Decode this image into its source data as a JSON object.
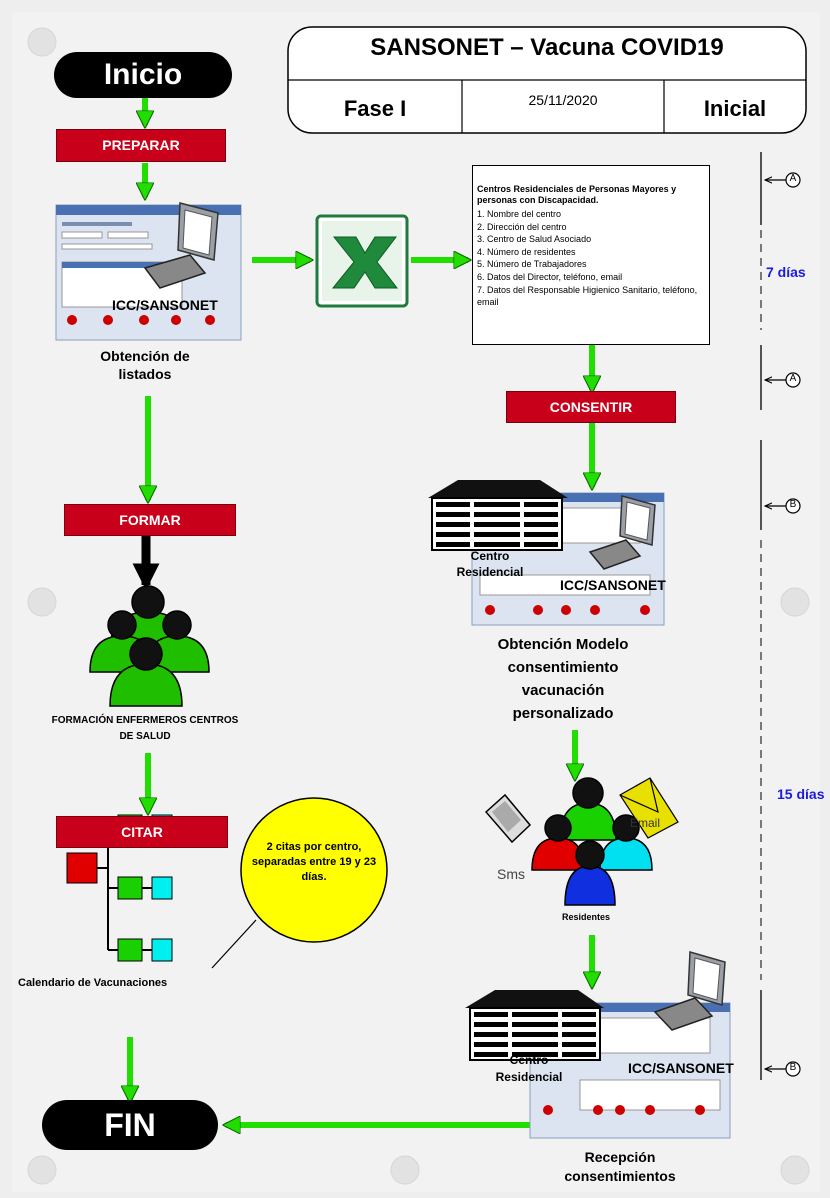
{
  "header": {
    "title": "SANSONET – Vacuna COVID19",
    "phase": "Fase I",
    "date": "25/11/2020",
    "stage": "Inicial"
  },
  "terminals": {
    "start": "Inicio",
    "end": "FIN"
  },
  "actions": {
    "preparar": "PREPARAR",
    "consentir": "CONSENTIR",
    "formar": "FORMAR",
    "citar": "CITAR"
  },
  "labels": {
    "icc_sansonet": "ICC/SANSONET",
    "obtencion_listados": "Obtención de listados",
    "obtencion_modelo": "Obtención Modelo consentimiento vacunación personalizado",
    "centro_residencial": "Centro Residencial",
    "formacion": "FORMACIÓN ENFERMEROS CENTROS DE SALUD",
    "calendario": "Calendario de Vacunaciones",
    "recepcion": "Recepción consentimientos",
    "sms": "Sms",
    "email": "Email",
    "residentes": "Residentes"
  },
  "info_box": {
    "title": "Centros Residenciales de Personas Mayores y personas con Discapacidad.",
    "items": [
      "1. Nombre del centro",
      "2. Dirección del centro",
      "3. Centro de Salud Asociado",
      "4. Número de residentes",
      "5. Número de Trabajadores",
      "6. Datos del Director, teléfono, email",
      "7. Datos del Responsable Higienico Sanitario, teléfono, email"
    ]
  },
  "callout": "2 citas por centro, separadas entre 19 y 23 días.",
  "timeline": {
    "marker_a": "A",
    "marker_b": "B",
    "days_1": "7 días",
    "days_2": "15 días"
  },
  "colors": {
    "arrow_green": "#22dd00",
    "action_red": "#c8001a",
    "excel_green": "#1f7a3c",
    "days_blue": "#1a1ae0",
    "callout_yellow": "#ffff00"
  }
}
